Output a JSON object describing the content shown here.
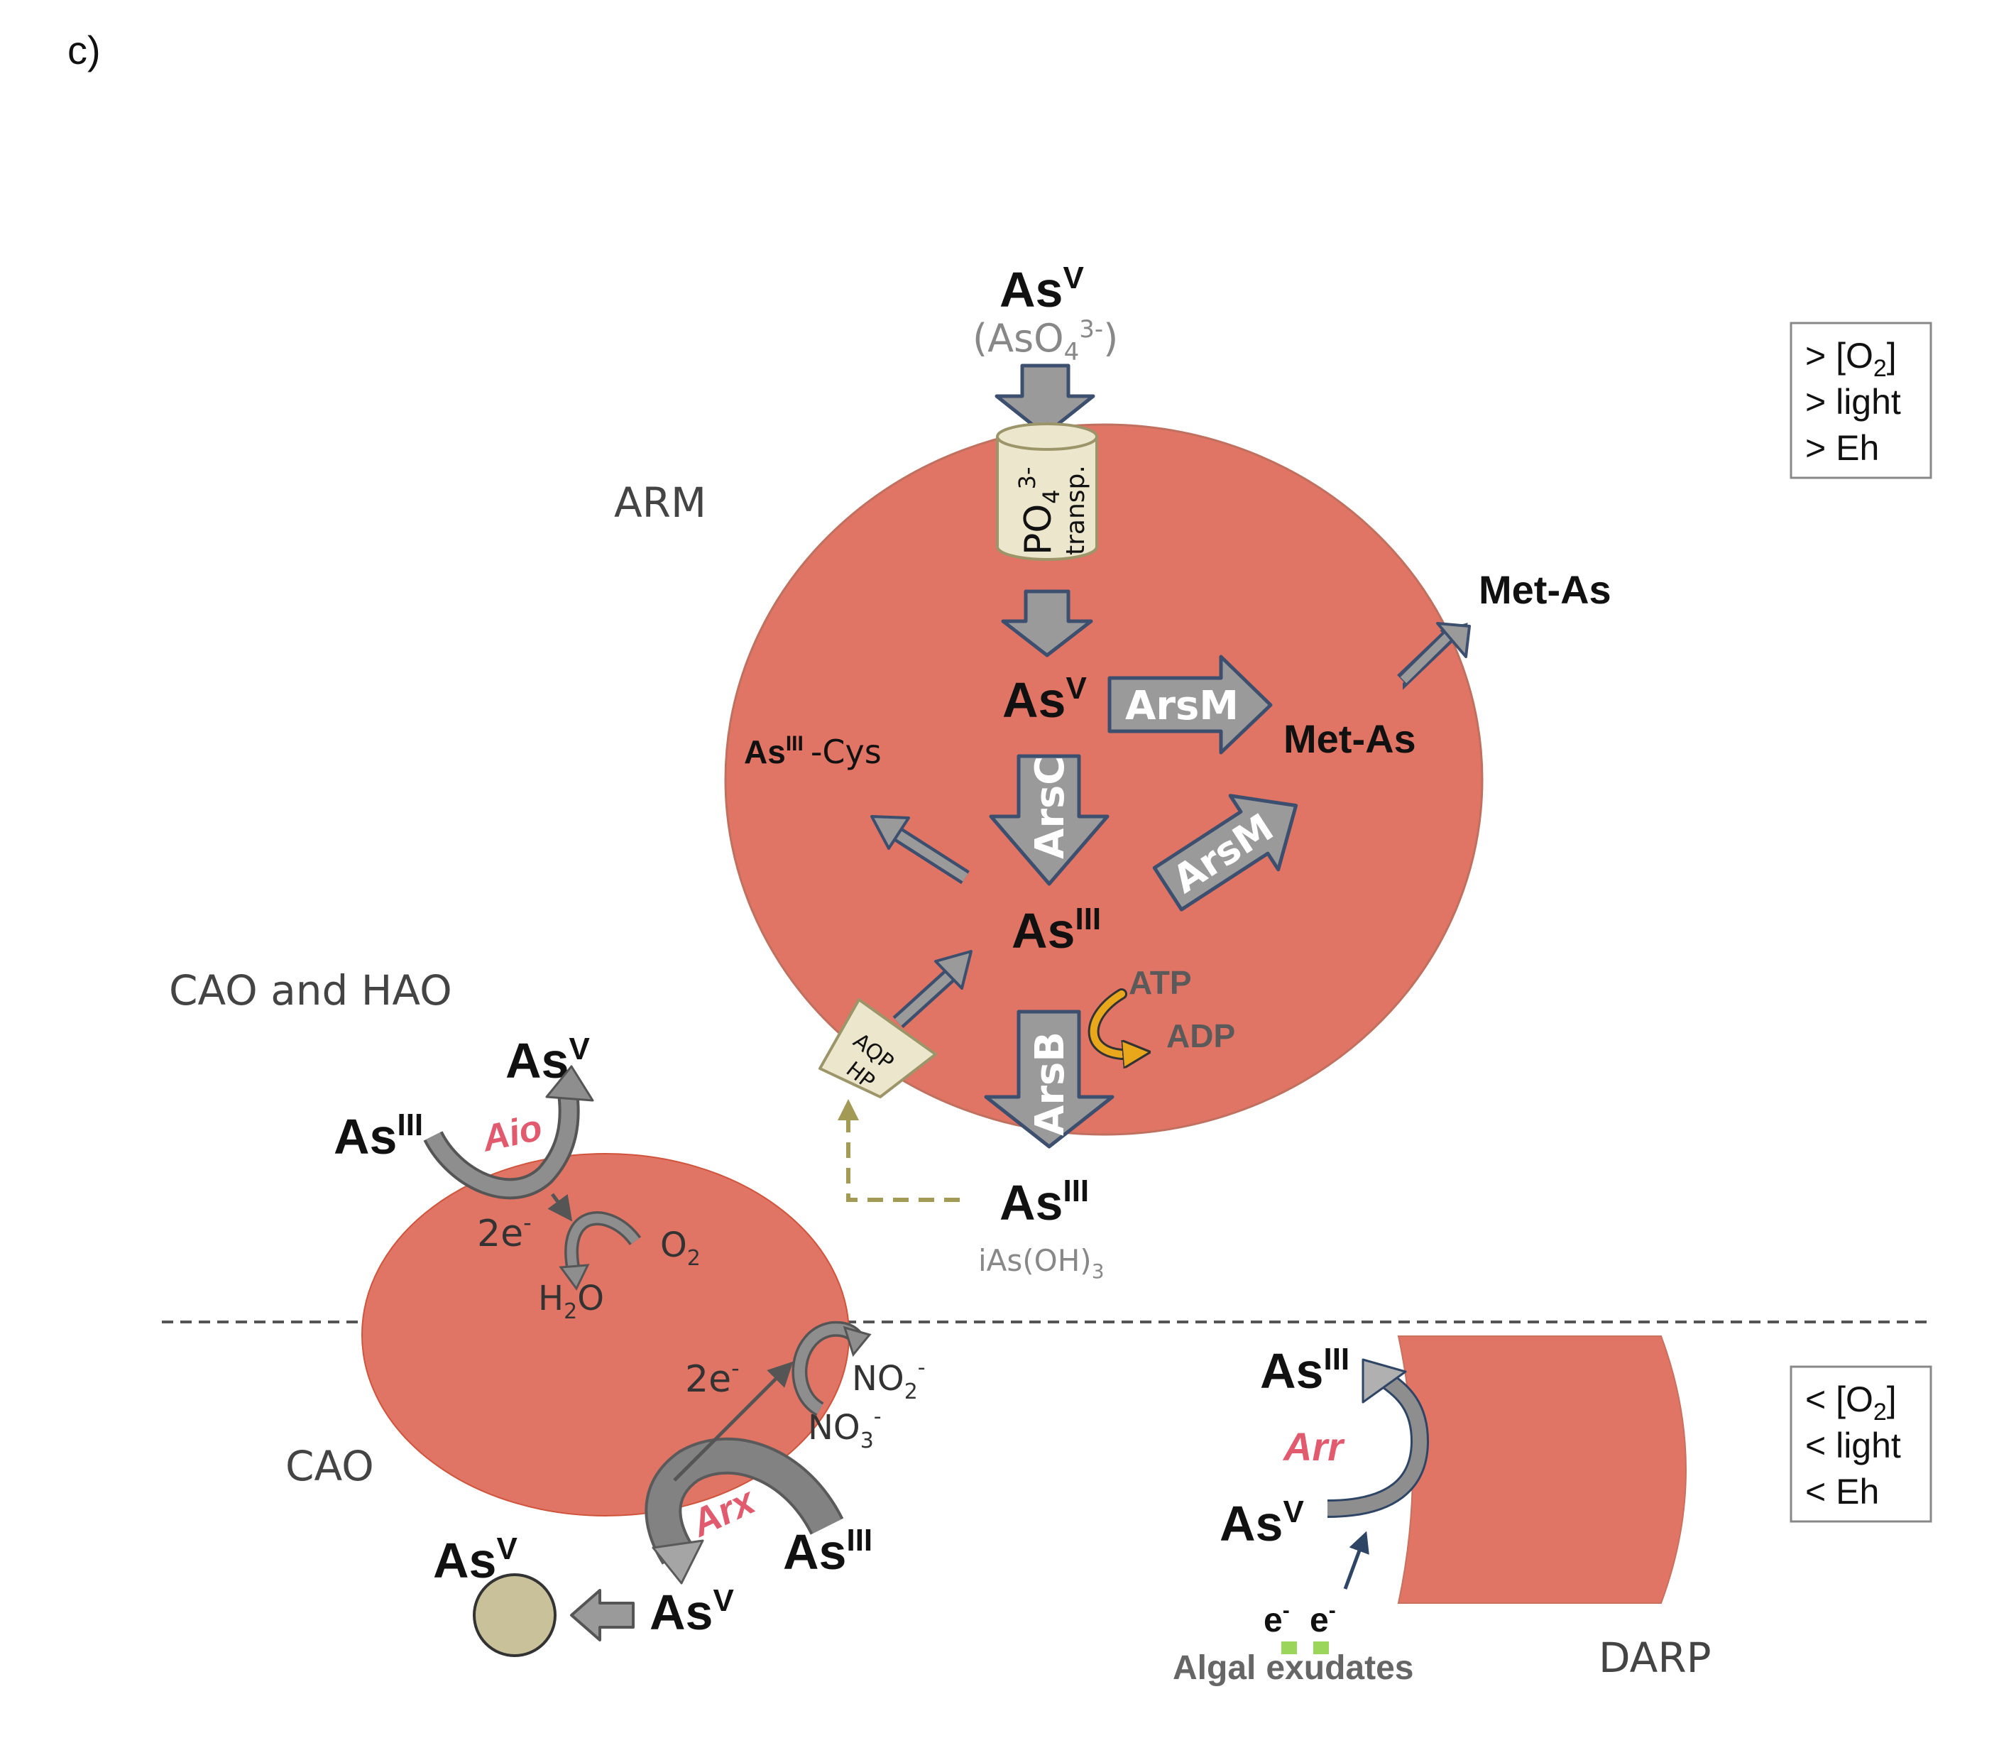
{
  "panel_label": "c)",
  "colors": {
    "cell": "#e07565",
    "cell_stroke": "#c86a5c",
    "arrow_fill": "#9a9a9a",
    "arrow_stroke": "#3d4f6e",
    "transporter_fill": "#ece6cd",
    "transporter_stroke": "#9c9569",
    "enzyme_text": "#e15a6e",
    "atp_text": "#5a5a5a",
    "atp_arrow": "#e9a81c",
    "dashed_path": "#a39a55",
    "particle": "#c9c19a",
    "algal_green": "#9bd65a"
  },
  "groups": {
    "arm": "ARM",
    "cao_hao": "CAO and HAO",
    "cao": "CAO",
    "darp": "DARP"
  },
  "conditions": {
    "top": {
      "l1": "> [O",
      "l1_sub": "2",
      "l1_end": "]",
      "l2": "> light",
      "l3": "> Eh"
    },
    "bottom": {
      "l1": "< [O",
      "l1_sub": "2",
      "l1_end": "]",
      "l2": "< light",
      "l3": "< Eh"
    }
  },
  "species": {
    "as": "As",
    "v": "V",
    "iii": "III",
    "aso4": "(AsO",
    "aso4_sub": "4",
    "aso4_sup": "3-",
    "aso4_end": ")",
    "cys": "-Cys",
    "met_as": "Met-As",
    "ias_oh3": "iAs(OH)",
    "ias_sub": "3"
  },
  "transporters": {
    "po4": "PO",
    "po4_sub": "4",
    "po4_sup": "3-",
    "transp": "transp.",
    "aqp": "AQP",
    "hp": "HP"
  },
  "enzymes": {
    "arsm": "ArsM",
    "arsc": "ArsC",
    "arsb": "ArsB",
    "aio": "Aio",
    "arx": "Arx",
    "arr": "Arr"
  },
  "energy": {
    "atp": "ATP",
    "adp": "ADP"
  },
  "redox": {
    "two_e": "2e",
    "minus": "-",
    "o2": "O",
    "o2_sub": "2",
    "h2o_h": "H",
    "h2o_sub": "2",
    "h2o_o": "O",
    "no2": "NO",
    "no2_sub": "2",
    "no2_sup": "-",
    "no3": "NO",
    "no3_sub": "3",
    "no3_sup": "-",
    "e": "e",
    "algal": "Algal",
    "exudates": "exudates"
  }
}
